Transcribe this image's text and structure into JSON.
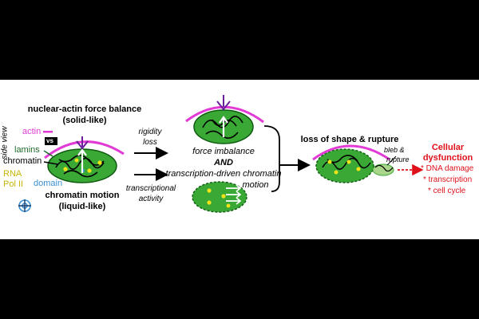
{
  "colors": {
    "background": "#000000",
    "panel": "#ffffff",
    "nucleus_fill": "#3aa835",
    "nucleus_dark": "#0f5b12",
    "actin": "#e23ad5",
    "purple_force": "#6a1e9c",
    "lamins_label": "#1f6b2a",
    "rna_pol_label": "#c8b400",
    "domain_label": "#3a8fd1",
    "dysfunction": "#e0101a",
    "yellow_dot": "#f0e31a"
  },
  "side_view": "side view",
  "left": {
    "title_line1": "nuclear-actin force balance",
    "title_line2": "(solid-like)",
    "legend": {
      "actin": "actin",
      "vs": "vs",
      "lamins": "lamins",
      "chromatin": "chromatin",
      "rna_line1": "RNA",
      "rna_line2": "Pol II",
      "domain": "domain"
    },
    "bottom_line1": "chromatin motion",
    "bottom_line2": "(liquid-like)"
  },
  "arrows": {
    "rigidity_line1": "rigidity",
    "rigidity_line2": "loss",
    "transcriptional_line1": "transcriptional",
    "transcriptional_line2": "activity"
  },
  "middle": {
    "imbalance": "force imbalance",
    "and": "AND",
    "transcription_line1": "transcription-driven chromatin",
    "transcription_line2": "motion"
  },
  "right": {
    "title": "loss of shape & rupture",
    "bleb_line1": "bleb &",
    "bleb_line2": "rupture"
  },
  "dysfunction": {
    "title_line1": "Cellular",
    "title_line2": "dysfunction",
    "items": [
      "* DNA damage",
      "* transcription",
      "* cell cycle"
    ]
  }
}
